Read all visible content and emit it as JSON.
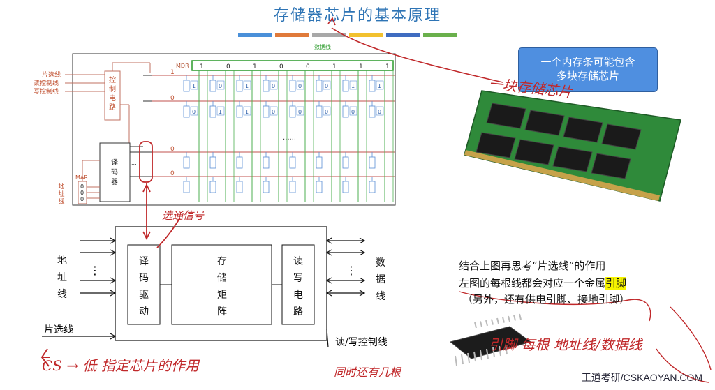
{
  "title": "存储器芯片的基本原理",
  "color_bars": [
    "#4a90d9",
    "#e07a3a",
    "#a8a8a8",
    "#f2c12e",
    "#3f6cc0",
    "#6ab04c"
  ],
  "callout_text_1": "一个内存条可能包含",
  "callout_text_2": "多块存储芯片",
  "paragraph": {
    "line1": "结合上图再思考“片选线”的作用",
    "line2_pre": "左图的每根线都会对应一个金属",
    "line2_highlight": "引脚",
    "line3": "（另外，还有供电引脚、接地引脚）"
  },
  "brand": "王道考研/CSKAOYAN.COM",
  "top_diagram": {
    "data_bus": "数据线",
    "mdr": "MDR",
    "mdr_bits": [
      "1",
      "0",
      "1",
      "0",
      "0",
      "1",
      "1",
      "1"
    ],
    "mar": "MAR",
    "mar_bits": [
      "0",
      "0",
      "0"
    ],
    "chip_select": "片选线",
    "read_ctrl": "读控制线",
    "write_ctrl": "写控制线",
    "control_circuit": "控制电路",
    "decoder": "译码器",
    "addr_line": "地址线",
    "row_values": [
      "1",
      "0",
      "0",
      "0"
    ],
    "ellipsis": "......",
    "row1_cells": [
      "1",
      "0",
      "1",
      "0",
      "0",
      "0",
      "1",
      "1"
    ],
    "row2_cells": [
      "0",
      "1",
      "1",
      "0",
      "0",
      "0",
      "0",
      "0"
    ]
  },
  "bottom_diagram": {
    "addr_line": "地址线",
    "decode_drive": "译码驱动",
    "storage_matrix": "存储矩阵",
    "rw_circuit": "读写电路",
    "data_line": "数据线",
    "chip_select": "片选线",
    "rw_ctrl": "读/写控制线",
    "dots": "⋮"
  },
  "annotations": {
    "memory_chip": "一块存储芯片",
    "select_signal": "选通信号",
    "cs_note": "CS → 低 指定芯片的作用",
    "pins_note": "引脚 每根 地址线/数据线",
    "same_time": "同时还有几根"
  }
}
